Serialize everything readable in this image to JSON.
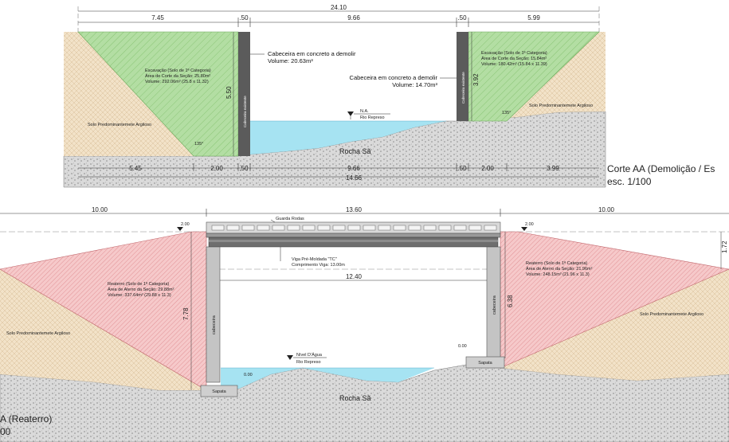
{
  "section_top": {
    "dims_top": {
      "total": "24.10",
      "left": "7.45",
      "wall1": ".50",
      "middle": "9.66",
      "wall2": ".50",
      "right": "5.99"
    },
    "dims_bottom": {
      "d1": "5.45",
      "d2": "2.00",
      "d3": ".50",
      "d4": "9.66",
      "d5": ".50",
      "d6": "2.00",
      "d7": "3.99",
      "total": "14.66"
    },
    "height_left": "5.50",
    "height_right": "3.92",
    "slope_left": "135°",
    "slope_right": "135°",
    "abutment_left_title": "Cabeceira em concreto a demolir",
    "abutment_left_volume": "Volume: 20.63m³",
    "abutment_right_title": "Cabeceira em concreto a demolir",
    "abutment_right_volume": "Volume: 14.70m³",
    "existing_label": "Cabeceira existente",
    "exc_left": {
      "title": "Escavação (Solo de 1ª Categoria)",
      "area": "Área de Corte da Seção: 25.80m²",
      "volume": "Volume: 292.06m³ (25.8 x 11.32)"
    },
    "exc_right": {
      "title": "Escavação (Solo de 1ª Categoria)",
      "area": "Área de Corte da Seção: 15.84m²",
      "volume": "Volume: 180.42m³ (15.84 x 11.39)"
    },
    "soil_label": "Solo Predominantemete Argiloso",
    "water_na": "N.A.",
    "water_river": "Rio Represo",
    "rock": "Rocha Sã",
    "caption_1": "Corte AA (Demolição / Es",
    "caption_2": "esc. 1/100"
  },
  "section_bottom": {
    "dims_top": {
      "left": "10.00",
      "middle": "13.60",
      "right": "10.00"
    },
    "elev_left": "2.00",
    "elev_right": "2.00",
    "height_right": "1.72",
    "guard_label": "Guarda Rodas",
    "beam_title": "Viga Pré-Moldada \"TC\"",
    "beam_length": "Comprimento Viga: 13.00m",
    "span": "12.40",
    "height_abut_left": "7.78",
    "height_abut_right": "6.38",
    "fill_left": {
      "title": "Reaterro (Solo de 1ª Categoria)",
      "area": "Área de Aterro da Seção: 29.88m²",
      "volume": "Volume: 337.64m³ (29.88 x 11.3)"
    },
    "fill_right": {
      "title": "Reaterro (Solo de 1ª Categoria)",
      "area": "Área de Aterro da Seção: 21.96m²",
      "volume": "Volume: 248.15m³ (21.96 x 11.3)"
    },
    "soil_label": "Solo Predominantemete Argiloso",
    "abutment_label": "cabeceira",
    "footing_label": "Sapata",
    "water_level": "Nível D'Água",
    "water_river": "Rio Represo",
    "rock": "Rocha Sã",
    "small_level": "0.00",
    "caption_1": "A (Reaterro)",
    "caption_2": "00"
  },
  "colors": {
    "excavation": "#a9d79a",
    "fill": "#f2b7b9",
    "soil": "#efdcbf",
    "rock": "#d2d2d2",
    "water": "#a6e3f2",
    "concrete": "#5b5b5b"
  }
}
